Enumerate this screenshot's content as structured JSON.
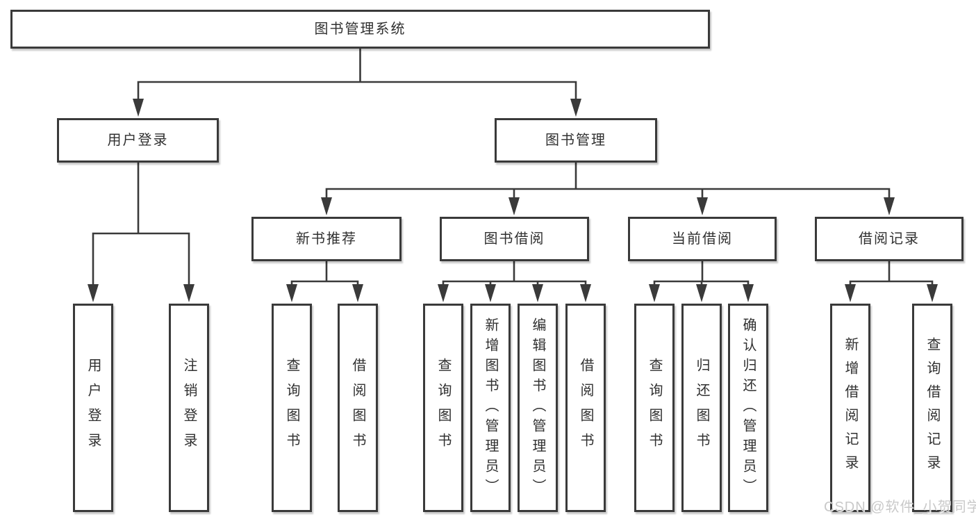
{
  "diagram": {
    "title": "图书管理系统",
    "branches": [
      {
        "label": "用户登录",
        "children": [
          {
            "label": "用户登录"
          },
          {
            "label": "注销登录"
          }
        ]
      },
      {
        "label": "图书管理",
        "children": [
          {
            "label": "新书推荐",
            "children": [
              {
                "label": "查询图书"
              },
              {
                "label": "借阅图书"
              }
            ]
          },
          {
            "label": "图书借阅",
            "children": [
              {
                "label": "查询图书"
              },
              {
                "label": "新增图书（管理员）"
              },
              {
                "label": "编辑图书（管理员）"
              },
              {
                "label": "借阅图书"
              }
            ]
          },
          {
            "label": "当前借阅",
            "children": [
              {
                "label": "查询图书"
              },
              {
                "label": "归还图书"
              },
              {
                "label": "确认归还（管理员）"
              }
            ]
          },
          {
            "label": "借阅记录",
            "children": [
              {
                "label": "新增借阅记录"
              },
              {
                "label": "查询借阅记录"
              }
            ]
          }
        ]
      }
    ]
  },
  "watermark": {
    "text": "CSDN @软件_小贺同学"
  },
  "colors": {
    "line": "#3a3a3a",
    "box_border": "#3a3a3a",
    "text": "#303030",
    "watermark": "#c9c9c9",
    "background": "#ffffff"
  }
}
